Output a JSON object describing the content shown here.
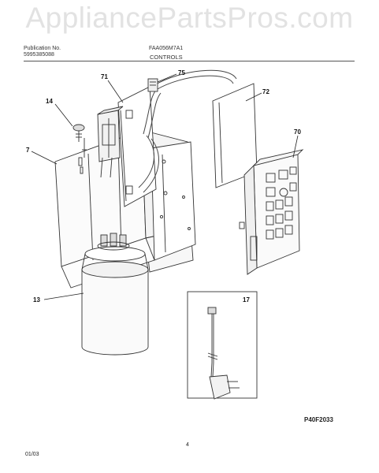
{
  "watermark": "AppliancePartsPros.com",
  "header": {
    "publication_label": "Publication No.",
    "publication_number": "5995385088",
    "model": "FAA056M7A1",
    "section_title": "CONTROLS"
  },
  "callouts": {
    "c71": "71",
    "c75": "75",
    "c72": "72",
    "c14": "14",
    "c7": "7",
    "c70": "70",
    "c13": "13",
    "c17": "17"
  },
  "footer": {
    "figure_number": "P40F2033",
    "page_number": "4",
    "date": "01/03"
  }
}
